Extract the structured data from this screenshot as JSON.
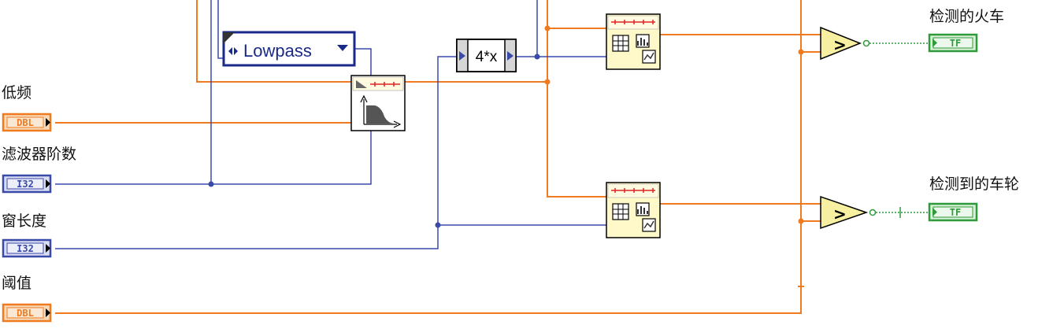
{
  "colors": {
    "orange_wire": "#ef7a1f",
    "blue_wire": "#3a4aa8",
    "green_wire": "#2f9a3a",
    "dbl_fill": "#f7d9b8",
    "i32_fill": "#d9dcf2",
    "tf_fill": "#d8f0d8",
    "node_fill": "#fff9c9",
    "compare_fill": "#f6f0a0"
  },
  "controls": [
    {
      "id": "low-freq",
      "label": "低频",
      "type": "DBL"
    },
    {
      "id": "filter-order",
      "label": "滤波器阶数",
      "type": "I32"
    },
    {
      "id": "window-length",
      "label": "窗长度",
      "type": "I32"
    },
    {
      "id": "threshold",
      "label": "阈值",
      "type": "DBL"
    }
  ],
  "indicators": [
    {
      "id": "detected-train",
      "label": "检测的火车",
      "type": "TF"
    },
    {
      "id": "detected-wheel",
      "label": "检测到的车轮",
      "type": "TF"
    }
  ],
  "filter_type_ring": {
    "value": "Lowpass"
  },
  "formula_node": {
    "expression": "4*x"
  },
  "comparators": [
    {
      "symbol": ">"
    },
    {
      "symbol": ">"
    }
  ]
}
